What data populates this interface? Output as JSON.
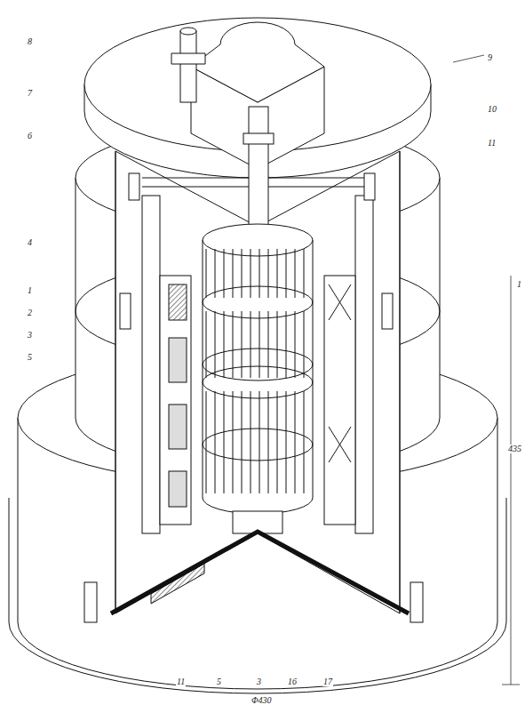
{
  "diagram": {
    "labels": [
      "8",
      "7",
      "6",
      "4",
      "1",
      "2",
      "3",
      "5",
      "9",
      "10",
      "11",
      "1",
      "435",
      "11",
      "5",
      "3",
      "16",
      "17",
      "Φ430"
    ]
  }
}
